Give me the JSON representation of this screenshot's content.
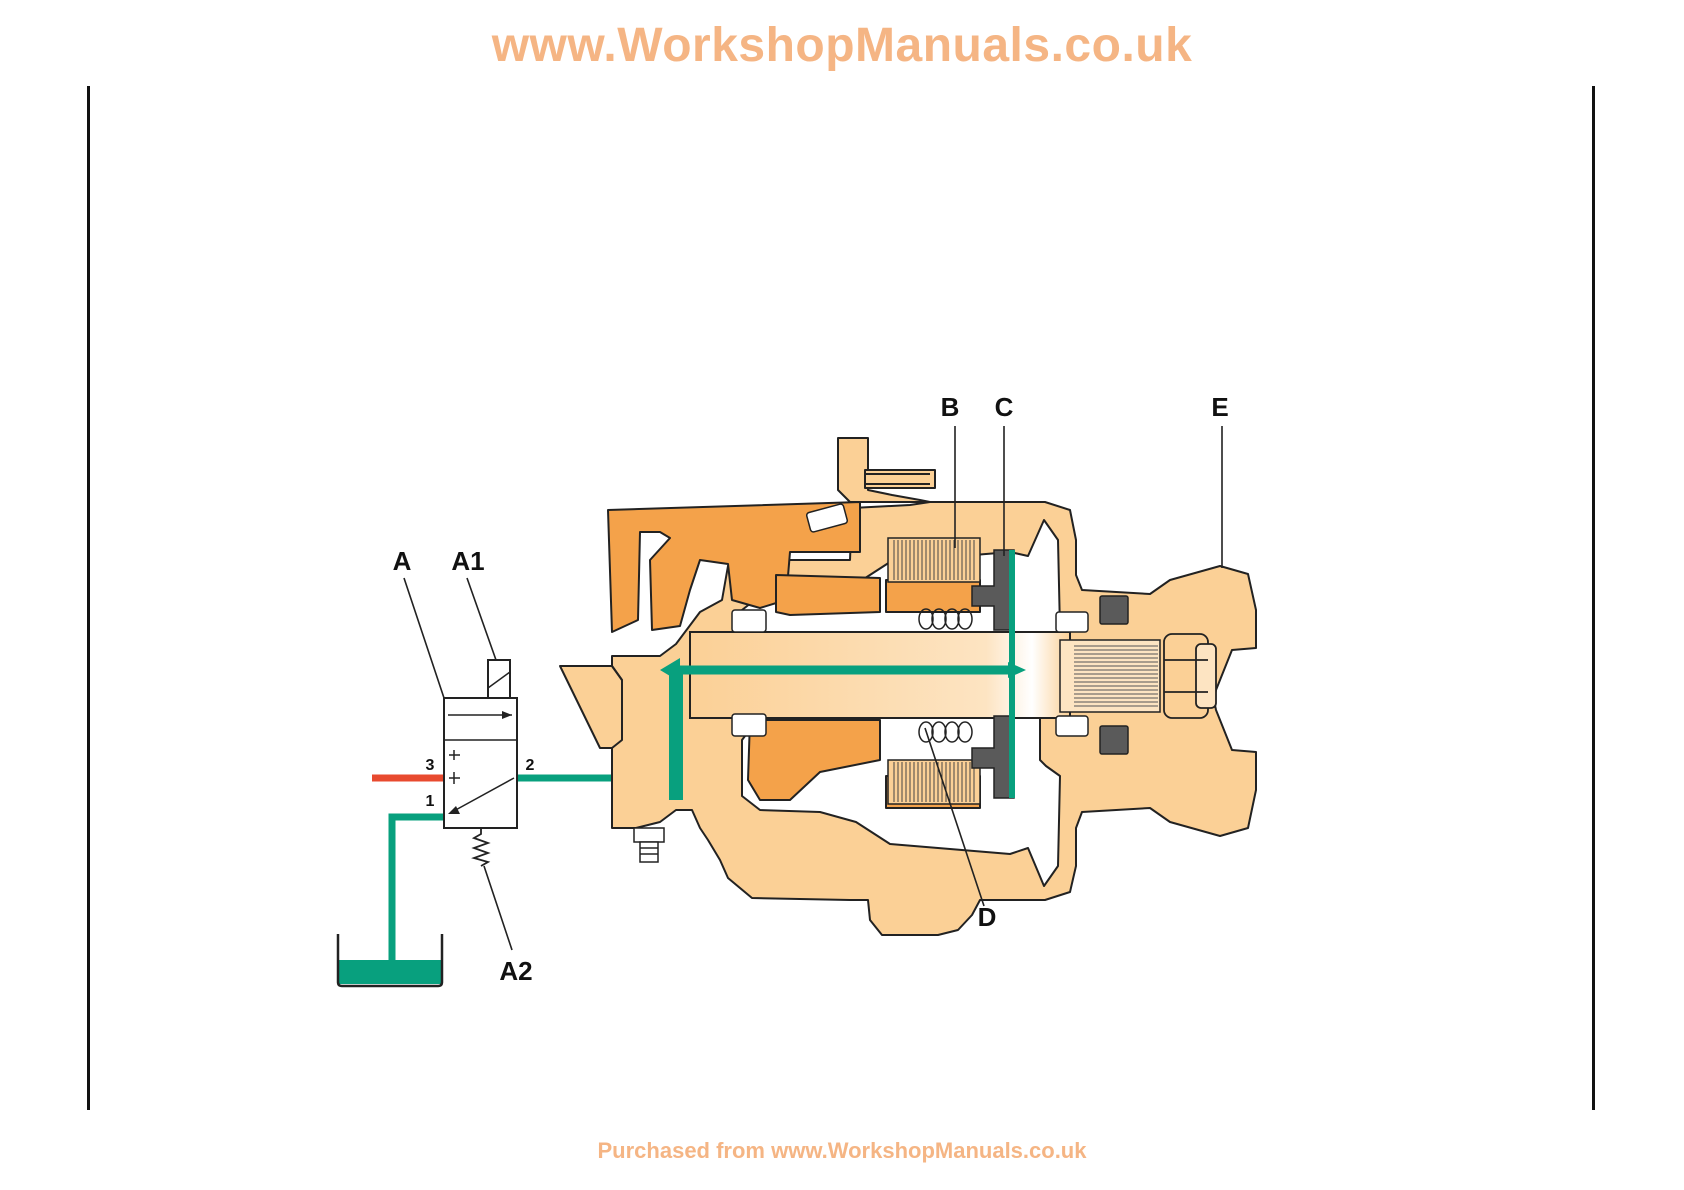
{
  "header": {
    "watermark": "www.WorkshopManuals.co.uk"
  },
  "footer": {
    "purchased": "Purchased from www.WorkshopManuals.co.uk"
  },
  "labels": {
    "A": "A",
    "A1": "A1",
    "A2": "A2",
    "B": "B",
    "C": "C",
    "D": "D",
    "E": "E",
    "port1": "1",
    "port2": "2",
    "port3": "3"
  },
  "colors": {
    "housing": "#fbd096",
    "part_dark": "#f4a24a",
    "oil": "#08a07e",
    "supply": "#e84a2f",
    "outline": "#222222",
    "seal": "#5a5a5a",
    "watermark": "#f5b584"
  }
}
